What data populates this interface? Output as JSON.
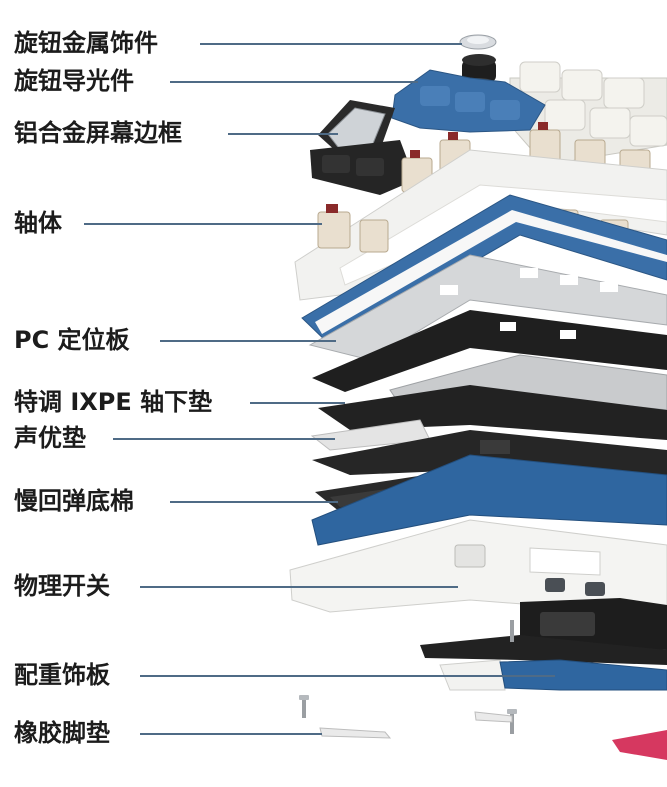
{
  "labels": [
    "旋钮金属饰件",
    "旋钮导光件",
    "铝合金屏幕边框",
    "轴体",
    "PC 定位板",
    "特调 IXPE 轴下垫",
    "声优垫",
    "慢回弹底棉",
    "物理开关",
    "配重饰板",
    "橡胶脚垫"
  ],
  "colors": {
    "leader_line": "#4f6b86",
    "blue_part": "#3a6fa8",
    "white_frame": "#f2f2f0",
    "black_foam": "#1f1f1f",
    "pink_foot": "#d63860"
  }
}
